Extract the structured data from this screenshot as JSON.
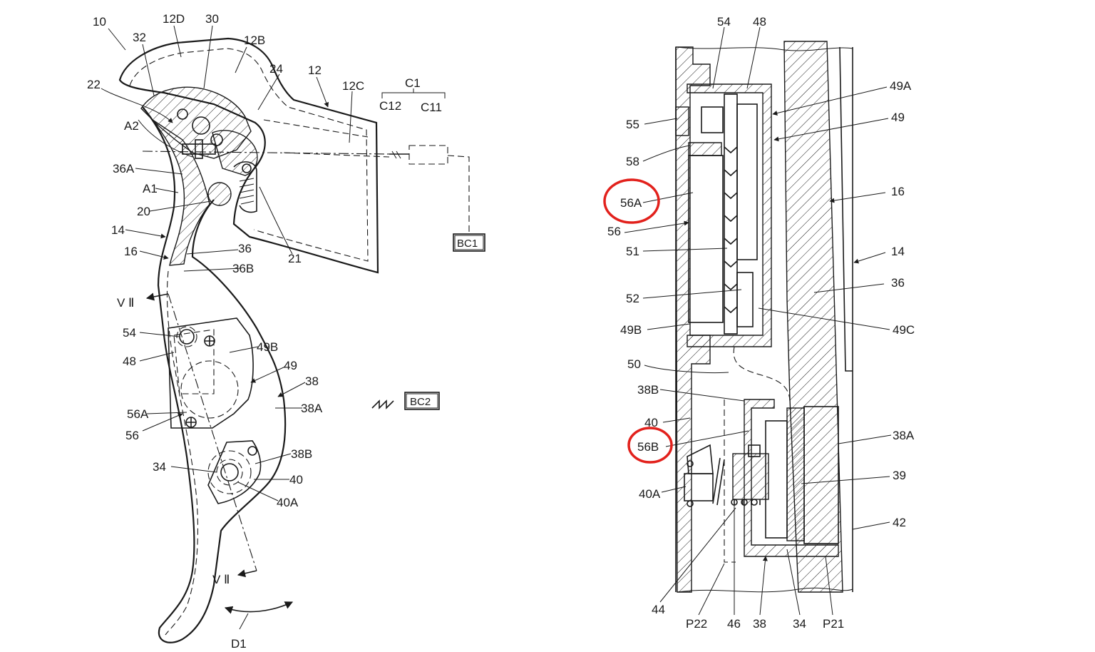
{
  "colors": {
    "ink": "#1a1a1a",
    "highlight": "#e2211c"
  },
  "left_view": {
    "labels": {
      "l10": "10",
      "l12D": "12D",
      "l30": "30",
      "l32": "32",
      "l12B": "12B",
      "l24": "24",
      "l12": "12",
      "l12C": "12C",
      "l22": "22",
      "lA2": "A2",
      "l36A": "36A",
      "lA1": "A1",
      "l20": "20",
      "l14": "14",
      "l16": "16",
      "l36": "36",
      "l36B": "36B",
      "l21": "21",
      "lVII_top": "V Ⅱ",
      "l54": "54",
      "l48": "48",
      "l49B": "49B",
      "l49": "49",
      "l38": "38",
      "l38A": "38A",
      "l56A": "56A",
      "l56": "56",
      "l34": "34",
      "l38B": "38B",
      "l40": "40",
      "l40A": "40A",
      "lVII_bot": "V Ⅱ",
      "lD1": "D1",
      "lC1": "C1",
      "lC12": "C12",
      "lC11": "C11"
    },
    "boxes": {
      "bc1": "BC1",
      "bc2": "BC2"
    }
  },
  "right_view": {
    "labels": {
      "r54": "54",
      "r48": "48",
      "r49A": "49A",
      "r49": "49",
      "r55": "55",
      "r58": "58",
      "r56A": "56A",
      "r16": "16",
      "r56": "56",
      "r51": "51",
      "r14": "14",
      "r36": "36",
      "r52": "52",
      "r49B": "49B",
      "r49C": "49C",
      "r50": "50",
      "r38B": "38B",
      "r40": "40",
      "r56B": "56B",
      "r38A": "38A",
      "r40A": "40A",
      "r39": "39",
      "r42": "42",
      "r44": "44",
      "rP22": "P22",
      "r46": "46",
      "r38": "38",
      "r34": "34",
      "rP21": "P21"
    }
  }
}
